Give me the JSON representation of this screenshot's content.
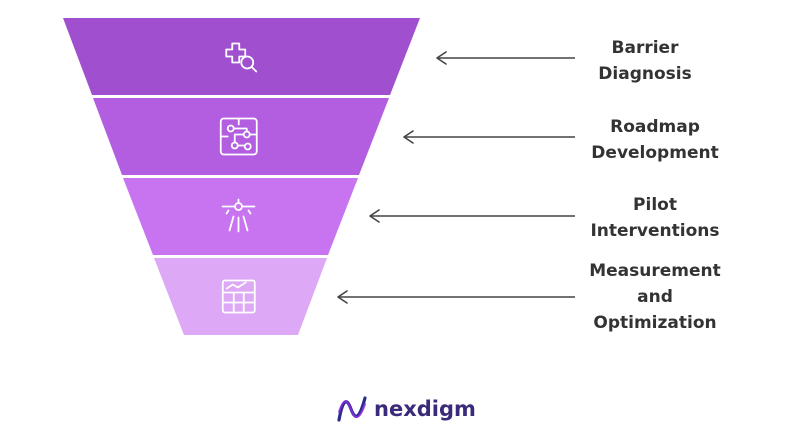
{
  "funnel": {
    "stages": [
      {
        "label": "Barrier\nDiagnosis",
        "icon": "medical-search-icon",
        "color": "#a04fcf"
      },
      {
        "label": "Roadmap\nDevelopment",
        "icon": "flowchart-icon",
        "color": "#b35ee0"
      },
      {
        "label": "Pilot\nInterventions",
        "icon": "airplane-landing-icon",
        "color": "#c874f0"
      },
      {
        "label": "Measurement\nand\nOptimization",
        "icon": "chart-grid-icon",
        "color": "#dda8f5"
      }
    ]
  },
  "brand": {
    "name": "nexdigm",
    "text_color": "#3b2a7a",
    "logo_colors": [
      "#2a2d8c",
      "#8a2be2"
    ]
  }
}
